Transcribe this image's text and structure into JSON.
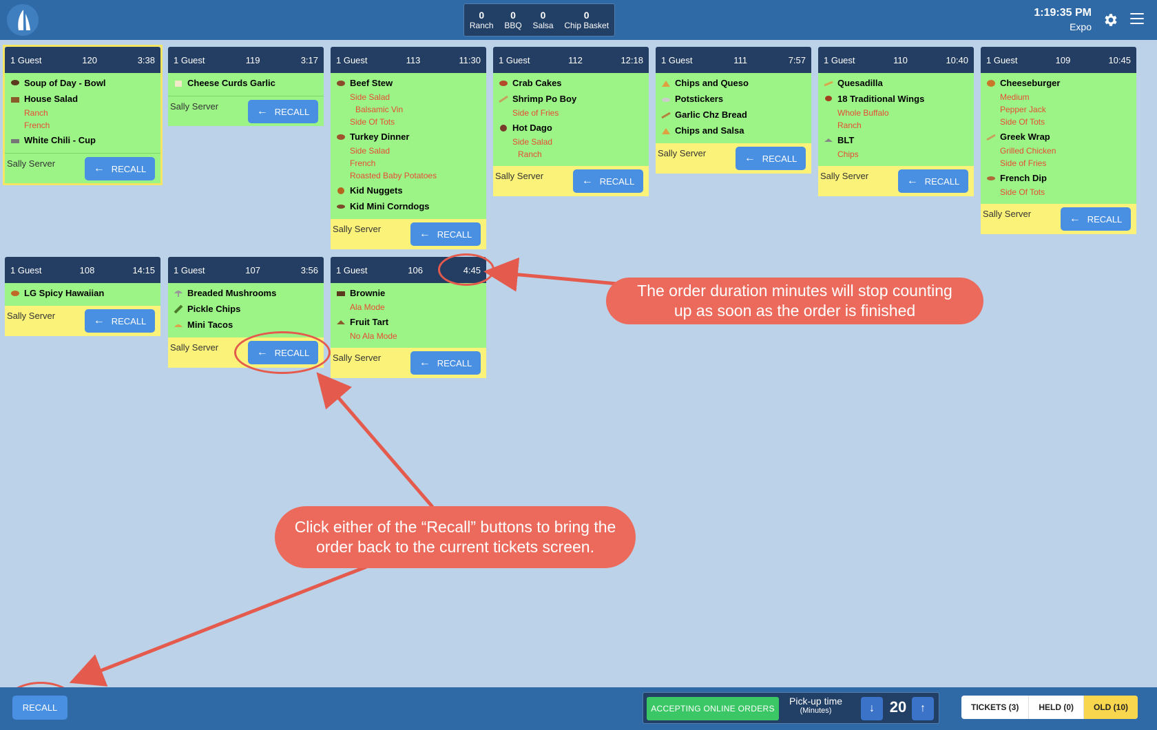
{
  "header": {
    "counters": [
      {
        "count": "0",
        "label": "Ranch"
      },
      {
        "count": "0",
        "label": "BBQ"
      },
      {
        "count": "0",
        "label": "Salsa"
      },
      {
        "count": "0",
        "label": "Chip Basket"
      }
    ],
    "time": "1:19:35 PM",
    "station": "Expo",
    "icons": [
      "sailboat-logo-icon",
      "gear-icon",
      "hamburger-menu-icon"
    ]
  },
  "tickets": [
    {
      "guests": "1 Guest",
      "number": "120",
      "duration": "3:38",
      "server": "Sally Server",
      "recall": "RECALL",
      "items": [
        {
          "name": "Soup of Day - Bowl",
          "mods": []
        },
        {
          "name": "House Salad",
          "mods": [
            "Ranch",
            "French"
          ]
        },
        {
          "name": "White Chili - Cup",
          "mods": []
        }
      ]
    },
    {
      "guests": "1 Guest",
      "number": "119",
      "duration": "3:17",
      "server": "Sally Server",
      "recall": "RECALL",
      "items": [
        {
          "name": "Cheese Curds Garlic",
          "mods": []
        }
      ]
    },
    {
      "guests": "1 Guest",
      "number": "113",
      "duration": "11:30",
      "server": "Sally Server",
      "recall": "RECALL",
      "items": [
        {
          "name": "Beef Stew",
          "mods": [
            "Side Salad",
            "Balsamic Vin",
            "Side Of Tots"
          ]
        },
        {
          "name": "Turkey Dinner",
          "mods": [
            "Side Salad",
            "French",
            "Roasted Baby Potatoes"
          ]
        },
        {
          "name": "Kid Nuggets",
          "mods": []
        },
        {
          "name": "Kid Mini Corndogs",
          "mods": []
        }
      ]
    },
    {
      "guests": "1 Guest",
      "number": "112",
      "duration": "12:18",
      "server": "Sally Server",
      "recall": "RECALL",
      "items": [
        {
          "name": "Crab Cakes",
          "mods": []
        },
        {
          "name": "Shrimp Po Boy",
          "mods": [
            "Side of Fries"
          ]
        },
        {
          "name": "Hot Dago",
          "mods": [
            "Side Salad",
            "Ranch"
          ]
        }
      ]
    },
    {
      "guests": "1 Guest",
      "number": "111",
      "duration": "7:57",
      "server": "Sally Server",
      "recall": "RECALL",
      "items": [
        {
          "name": "Chips and Queso",
          "mods": []
        },
        {
          "name": "Potstickers",
          "mods": []
        },
        {
          "name": "Garlic Chz Bread",
          "mods": []
        },
        {
          "name": "Chips and Salsa",
          "mods": []
        }
      ]
    },
    {
      "guests": "1 Guest",
      "number": "110",
      "duration": "10:40",
      "server": "Sally Server",
      "recall": "RECALL",
      "items": [
        {
          "name": "Quesadilla",
          "mods": []
        },
        {
          "name": "18 Traditional Wings",
          "mods": [
            "Whole Buffalo",
            "Ranch"
          ]
        },
        {
          "name": "BLT",
          "mods": [
            "Chips"
          ]
        }
      ]
    },
    {
      "guests": "1 Guest",
      "number": "109",
      "duration": "10:45",
      "server": "Sally Server",
      "recall": "RECALL",
      "items": [
        {
          "name": "Cheeseburger",
          "mods": [
            "Medium",
            "Pepper Jack",
            "Side Of Tots"
          ]
        },
        {
          "name": "Greek Wrap",
          "mods": [
            "Grilled Chicken",
            "Side of Fries"
          ]
        },
        {
          "name": "French Dip",
          "mods": [
            "Side Of Tots"
          ]
        }
      ]
    },
    {
      "guests": "1 Guest",
      "number": "108",
      "duration": "14:15",
      "server": "Sally Server",
      "recall": "RECALL",
      "items": [
        {
          "name": "LG Spicy Hawaiian",
          "mods": []
        }
      ]
    },
    {
      "guests": "1 Guest",
      "number": "107",
      "duration": "3:56",
      "server": "Sally Server",
      "recall": "RECALL",
      "items": [
        {
          "name": "Breaded Mushrooms",
          "mods": []
        },
        {
          "name": "Pickle Chips",
          "mods": []
        },
        {
          "name": "Mini Tacos",
          "mods": []
        }
      ]
    },
    {
      "guests": "1 Guest",
      "number": "106",
      "duration": "4:45",
      "server": "Sally Server",
      "recall": "RECALL",
      "items": [
        {
          "name": "Brownie",
          "mods": [
            "Ala Mode"
          ]
        },
        {
          "name": "Fruit Tart",
          "mods": [
            "No Ala Mode"
          ]
        }
      ]
    }
  ],
  "annotations": {
    "duration_note": "The order duration minutes will stop counting up as soon as the order is finished",
    "recall_note": "Click either of the “Recall” buttons to bring the order back to the current tickets screen."
  },
  "footer": {
    "recall": "RECALL",
    "accepting": "ACCEPTING ONLINE ORDERS",
    "pickup_label": "Pick-up time",
    "pickup_unit": "(Minutes)",
    "pickup_value": "20",
    "tabs": [
      {
        "label": "TICKETS (3)",
        "active": false
      },
      {
        "label": "HELD (0)",
        "active": false
      },
      {
        "label": "OLD (10)",
        "active": true
      }
    ]
  },
  "colors": {
    "topbar": "#2f6aa7",
    "ticket_head": "#243e63",
    "ticket_body": "#9cf487",
    "ticket_footer": "#fbf27a",
    "recall_button": "#4a90e2",
    "modifier_text": "#e64b35",
    "callout": "#ec6a5b"
  }
}
